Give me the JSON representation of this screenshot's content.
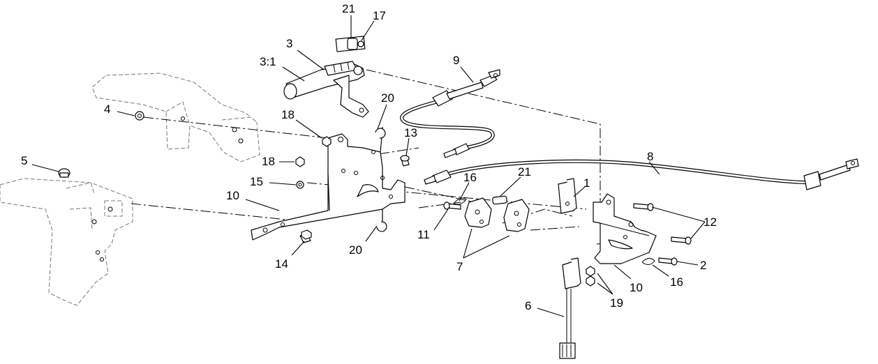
{
  "callouts": [
    {
      "id": "c21a",
      "text": "21"
    },
    {
      "id": "c17",
      "text": "17"
    },
    {
      "id": "c3",
      "text": "3"
    },
    {
      "id": "c31",
      "text": "3:1"
    },
    {
      "id": "c9",
      "text": "9"
    },
    {
      "id": "c20a",
      "text": "20"
    },
    {
      "id": "c4",
      "text": "4"
    },
    {
      "id": "c18a",
      "text": "18"
    },
    {
      "id": "c13",
      "text": "13"
    },
    {
      "id": "c18b",
      "text": "18"
    },
    {
      "id": "c8",
      "text": "8"
    },
    {
      "id": "c5",
      "text": "5"
    },
    {
      "id": "c15",
      "text": "15"
    },
    {
      "id": "c16a",
      "text": "16"
    },
    {
      "id": "c21b",
      "text": "21"
    },
    {
      "id": "c1",
      "text": "1"
    },
    {
      "id": "c10a",
      "text": "10"
    },
    {
      "id": "c12",
      "text": "12"
    },
    {
      "id": "c11",
      "text": "11"
    },
    {
      "id": "c20b",
      "text": "20"
    },
    {
      "id": "c14",
      "text": "14"
    },
    {
      "id": "c7",
      "text": "7"
    },
    {
      "id": "c2",
      "text": "2"
    },
    {
      "id": "c16b",
      "text": "16"
    },
    {
      "id": "c10b",
      "text": "10"
    },
    {
      "id": "c19",
      "text": "19"
    },
    {
      "id": "c6",
      "text": "6"
    }
  ]
}
